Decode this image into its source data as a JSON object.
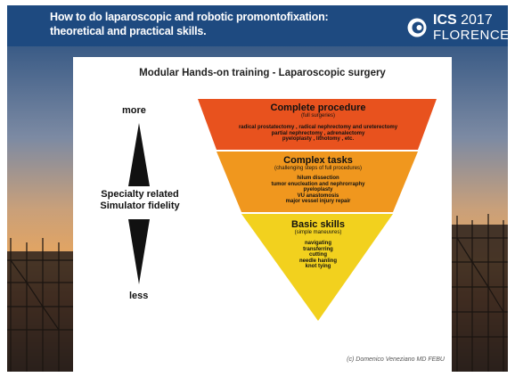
{
  "header": {
    "title_line1": "How to do laparoscopic and robotic promontofixation:",
    "title_line2": "theoretical and practical skills.",
    "logo_ics": "ICS",
    "logo_year": "2017",
    "logo_city": "FLORENCE",
    "background_color": "#1e4a80"
  },
  "diagram": {
    "title": "Modular Hands-on training - Laparoscopic surgery",
    "scale": {
      "top_label": "more",
      "bottom_label": "less",
      "axis_label_line1": "Specialty related",
      "axis_label_line2": "Simulator fidelity"
    },
    "tiers": [
      {
        "title": "Complete procedure",
        "subtitle": "(full surgeries)",
        "items": [
          "radical prostatectomy , radical nephrectomy and ureterectomy",
          "partial nephrectomy , adrenalectomy",
          "pyeloplasty , lithotomy , etc."
        ],
        "color": "#e8521e"
      },
      {
        "title": "Complex tasks",
        "subtitle": "(challenging steps of full procedures)",
        "items": [
          "hilum dissection",
          "tumor enucleation and nephrorraphy",
          "pyeloplasty",
          "VU anastomosis",
          "major vessel injury repair"
        ],
        "color": "#f0971e"
      },
      {
        "title": "Basic skills",
        "subtitle": "(simple maneuvres)",
        "items": [
          "navigating",
          "transferring",
          "cutting",
          "needle hanling",
          "knot tying"
        ],
        "color": "#f2d11e"
      }
    ],
    "copyright": "(c) Domenico Veneziano MD FEBU"
  }
}
